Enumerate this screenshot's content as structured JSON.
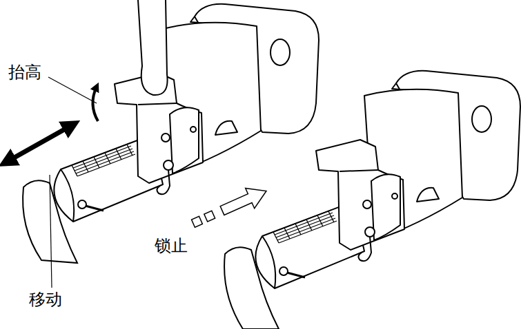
{
  "diagram": {
    "labels": [
      "抬高",
      "移动",
      "锁止"
    ]
  }
}
